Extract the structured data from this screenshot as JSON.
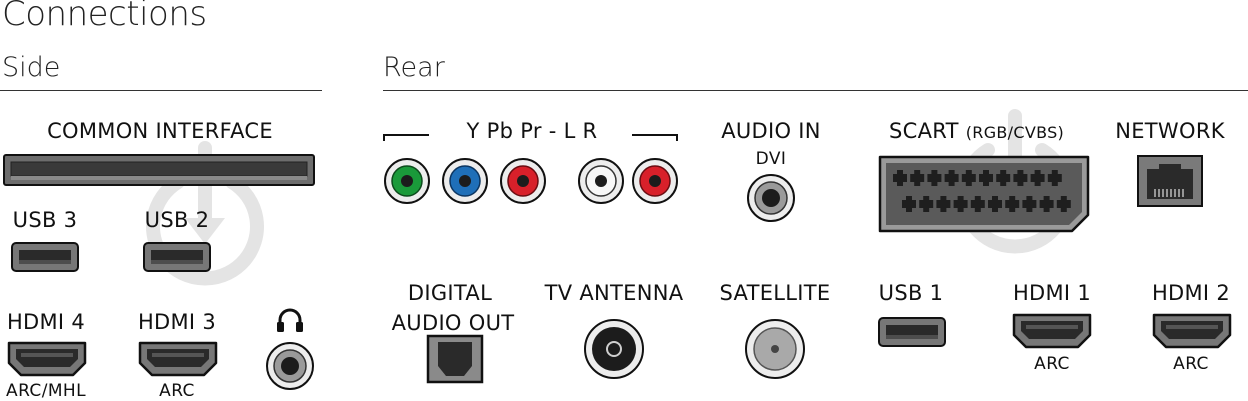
{
  "title": "Connections",
  "sections": {
    "side": "Side",
    "rear": "Rear"
  },
  "side": {
    "common_interface": "COMMON INTERFACE",
    "usb3": "USB 3",
    "usb2": "USB 2",
    "hdmi4": "HDMI 4",
    "hdmi4_sub": "ARC/MHL",
    "hdmi3": "HDMI 3",
    "hdmi3_sub": "ARC"
  },
  "rear": {
    "ypbpr": "Y Pb Pr - L R",
    "audio_in": "AUDIO IN",
    "audio_in_sub": "DVI",
    "scart": "SCART",
    "scart_sub": "(RGB/CVBS)",
    "network": "NETWORK",
    "digital_audio_out_1": "DIGITAL",
    "digital_audio_out_2": "AUDIO OUT",
    "tv_antenna": "TV ANTENNA",
    "satellite": "SATELLITE",
    "usb1": "USB 1",
    "hdmi1": "HDMI 1",
    "hdmi1_sub": "ARC",
    "hdmi2": "HDMI 2",
    "hdmi2_sub": "ARC"
  },
  "icons": {
    "headphone": "headphone-icon",
    "watermark": "power-watermark-icon"
  },
  "colors": {
    "green": "#1a9a3a",
    "blue": "#1f6fb8",
    "red": "#d8202a",
    "white": "#f2f2f2",
    "rule": "#333333"
  }
}
